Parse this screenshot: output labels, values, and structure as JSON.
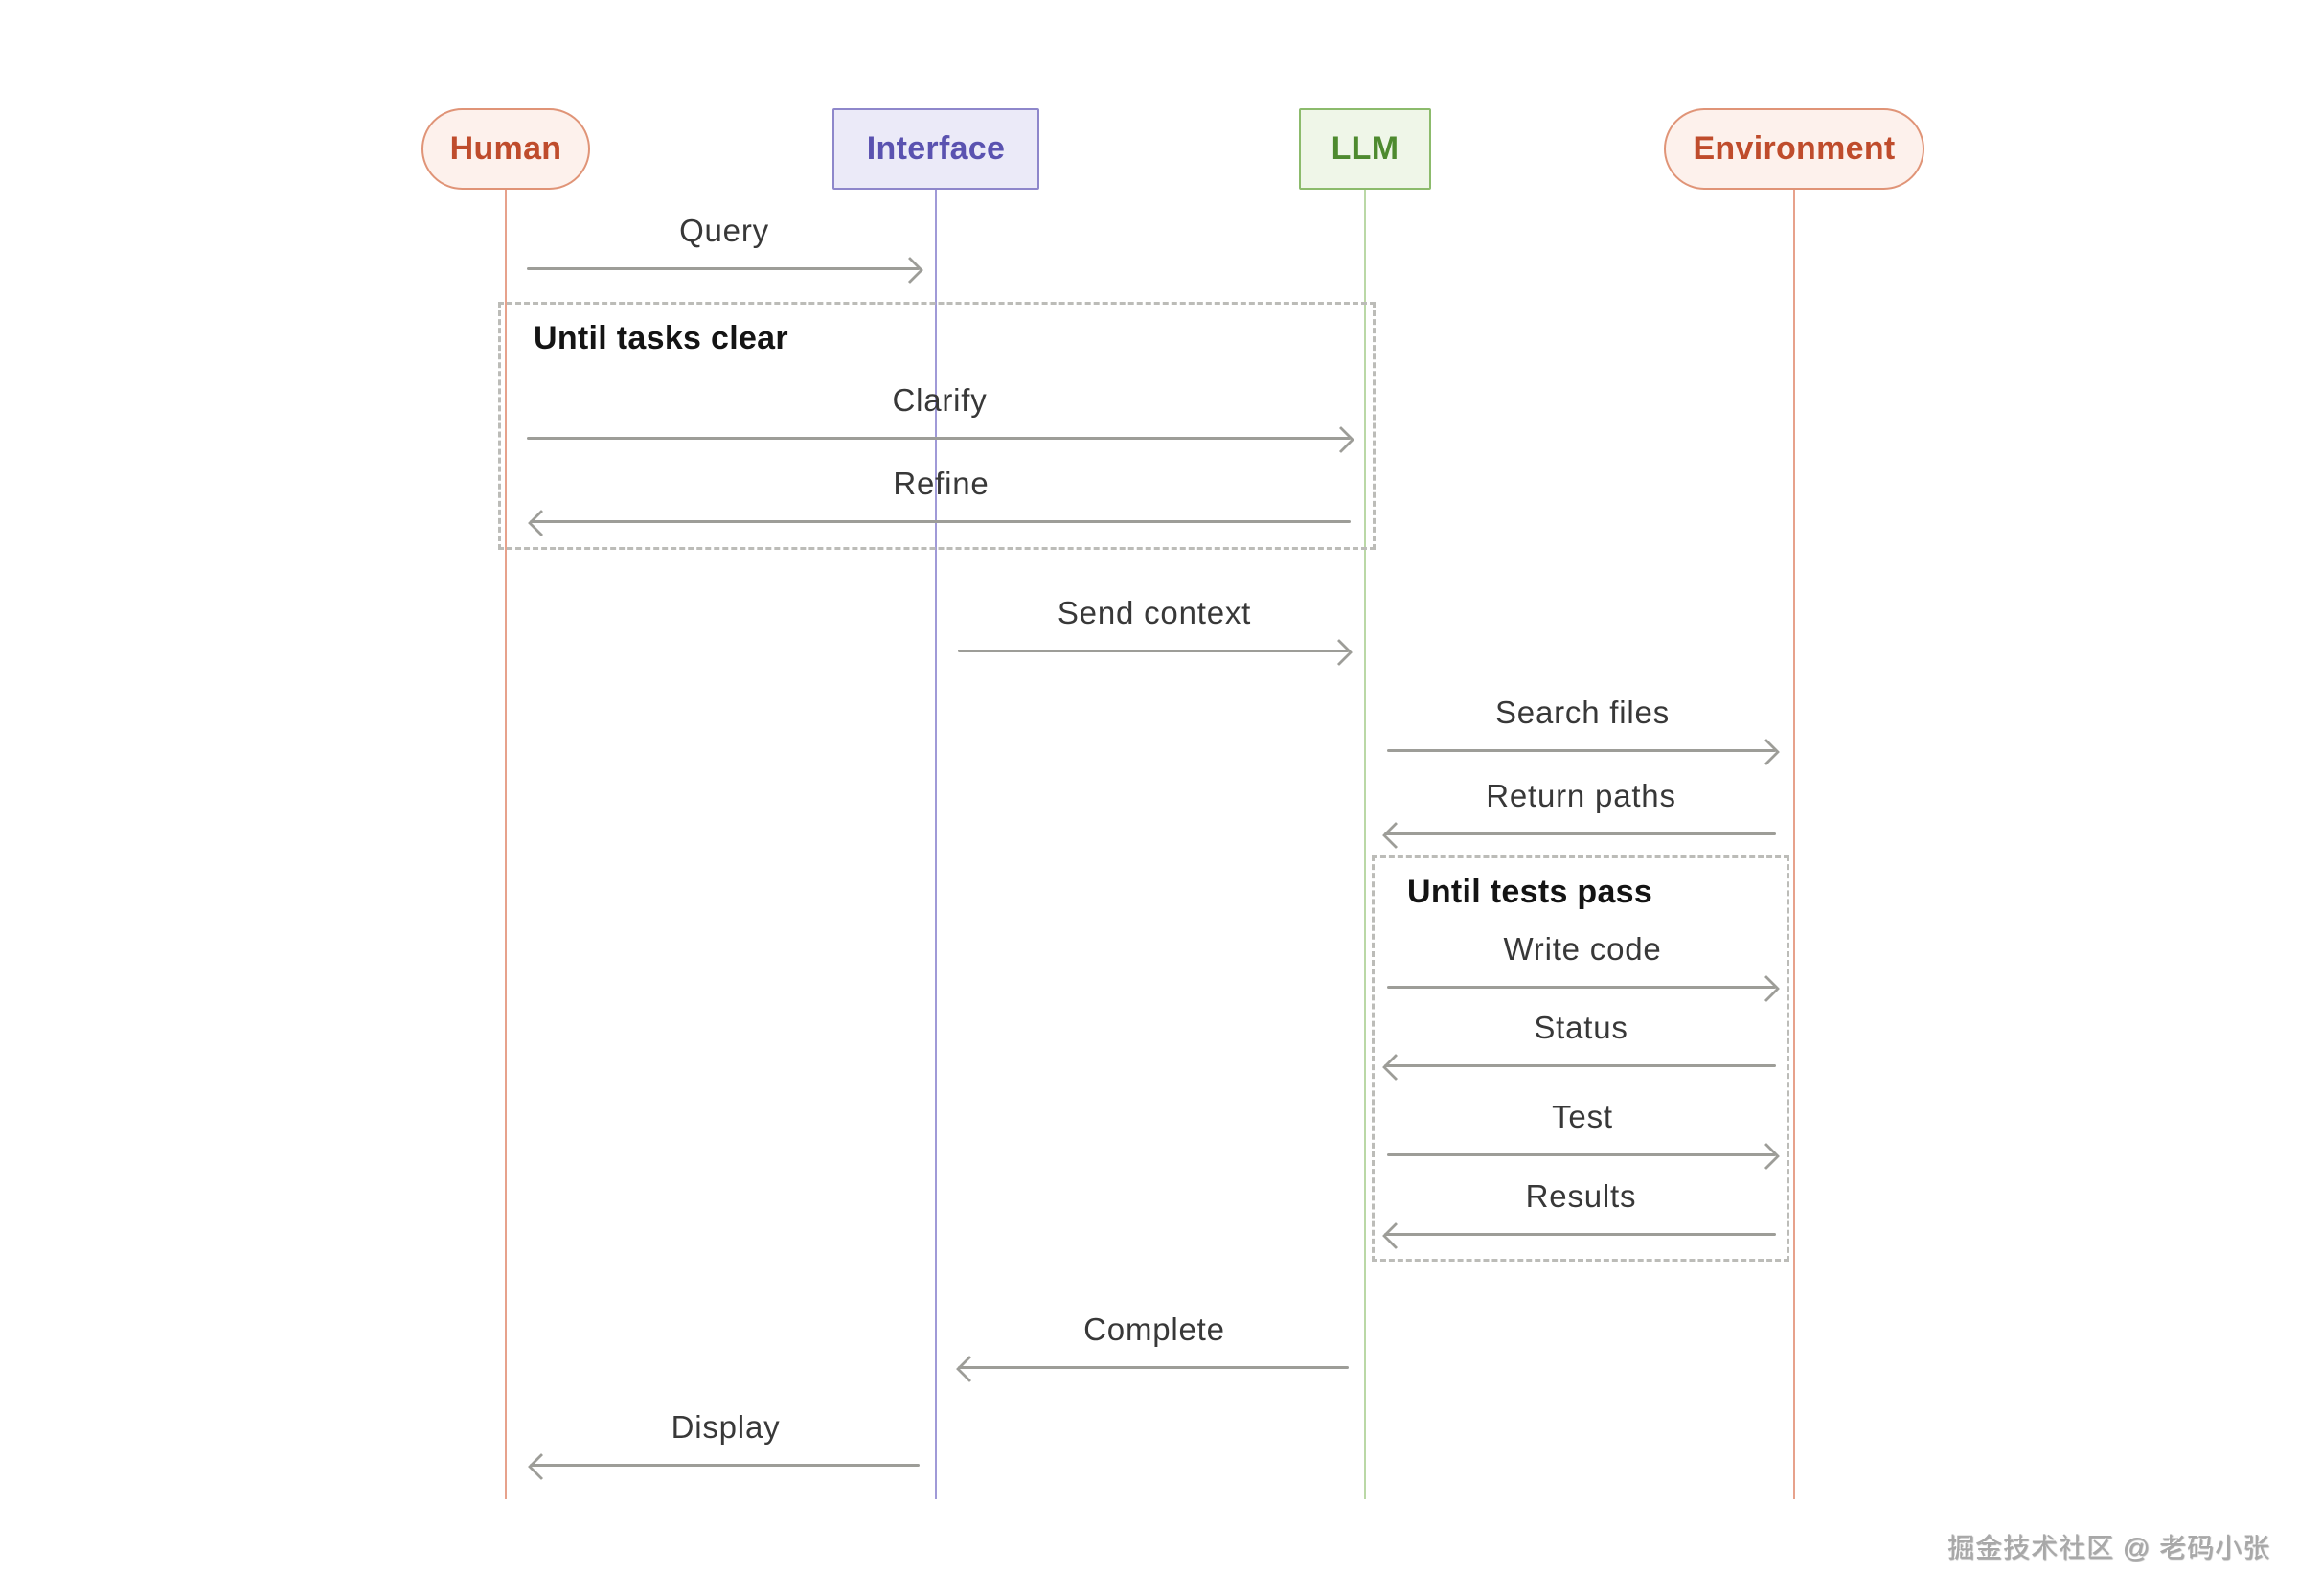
{
  "diagram": {
    "type": "sequence",
    "actors": [
      {
        "name": "Human",
        "shape": "pill",
        "text_color": "#bf4c2c",
        "border_color": "#e09477",
        "fill_color": "#fdf1ec"
      },
      {
        "name": "Interface",
        "shape": "rect",
        "text_color": "#5a52b0",
        "border_color": "#8e87cb",
        "fill_color": "#ebeaf8"
      },
      {
        "name": "LLM",
        "shape": "rect",
        "text_color": "#4e8a2f",
        "border_color": "#8cbb6c",
        "fill_color": "#eff6e8"
      },
      {
        "name": "Environment",
        "shape": "pill",
        "text_color": "#bf4c2c",
        "border_color": "#e09477",
        "fill_color": "#fdf1ec"
      }
    ],
    "loops": [
      {
        "label": "Until tasks clear",
        "contains": [
          "Clarify",
          "Refine"
        ]
      },
      {
        "label": "Until tests pass",
        "contains": [
          "Write code",
          "Status",
          "Test",
          "Results"
        ]
      }
    ],
    "messages": [
      {
        "label": "Query",
        "from": "Human",
        "to": "Interface",
        "direction": "right"
      },
      {
        "label": "Clarify",
        "from": "Human",
        "to": "LLM",
        "direction": "right"
      },
      {
        "label": "Refine",
        "from": "LLM",
        "to": "Human",
        "direction": "left"
      },
      {
        "label": "Send context",
        "from": "Interface",
        "to": "LLM",
        "direction": "right"
      },
      {
        "label": "Search files",
        "from": "LLM",
        "to": "Environment",
        "direction": "right"
      },
      {
        "label": "Return paths",
        "from": "Environment",
        "to": "LLM",
        "direction": "left"
      },
      {
        "label": "Write code",
        "from": "LLM",
        "to": "Environment",
        "direction": "right"
      },
      {
        "label": "Status",
        "from": "Environment",
        "to": "LLM",
        "direction": "left"
      },
      {
        "label": "Test",
        "from": "LLM",
        "to": "Environment",
        "direction": "right"
      },
      {
        "label": "Results",
        "from": "Environment",
        "to": "LLM",
        "direction": "left"
      },
      {
        "label": "Complete",
        "from": "LLM",
        "to": "Interface",
        "direction": "left"
      },
      {
        "label": "Display",
        "from": "Interface",
        "to": "Human",
        "direction": "left"
      }
    ],
    "arrow_color": "#9d9d98",
    "loop_border_color": "#bcbcb8"
  },
  "footer": {
    "credit": "掘金技术社区 @ 老码小张"
  }
}
